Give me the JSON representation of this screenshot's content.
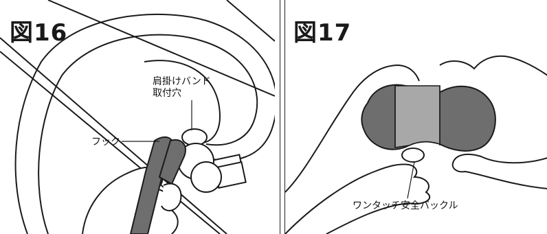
{
  "figures": [
    {
      "title": "図16",
      "labels": {
        "hook": "フック",
        "band_hole": "肩掛けバンド\n取付穴"
      }
    },
    {
      "title": "図17",
      "labels": {
        "buckle": "ワンタッチ安全バックル"
      }
    }
  ],
  "colors": {
    "line": "#1a1a1a",
    "dark_gray": "#6e6e6e",
    "light_gray": "#a8a8a8"
  }
}
